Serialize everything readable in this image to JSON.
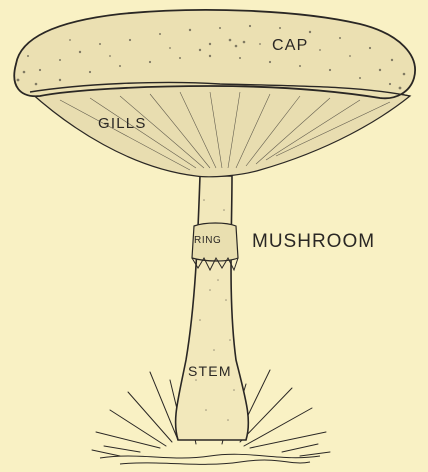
{
  "diagram": {
    "title": "MUSHROOM",
    "labels": {
      "cap": "CAP",
      "gills": "GILLS",
      "ring": "RING",
      "stem": "STEM"
    }
  },
  "colors": {
    "background": "#f9f1c4",
    "ink": "#2a2724"
  }
}
